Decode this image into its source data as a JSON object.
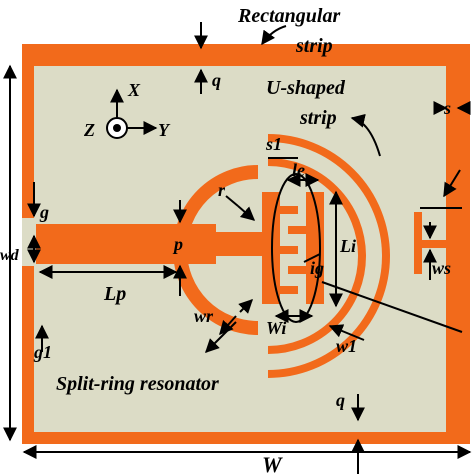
{
  "colors": {
    "copper": "#f26a1b",
    "substrate": "#dcdcc6",
    "line": "#000000",
    "background": "#ffffff"
  },
  "labels": {
    "rectangular": "Rectangular",
    "strip": "strip",
    "u_shaped": "U-shaped",
    "u_strip": "strip",
    "q_top": "q",
    "q_bottom": "q",
    "s": "s",
    "s1": "s1",
    "le": "le",
    "r": "r",
    "g": "g",
    "wd": "wd",
    "p": "p",
    "li": "Li",
    "ig": "ig",
    "ws": "ws",
    "lp": "Lp",
    "wr": "wr",
    "wi": "Wi",
    "w1": "w1",
    "g1": "g1",
    "split_ring": "Split-ring resonator",
    "w": "W",
    "axis_x": "X",
    "axis_y": "Y",
    "axis_z": "Z"
  }
}
